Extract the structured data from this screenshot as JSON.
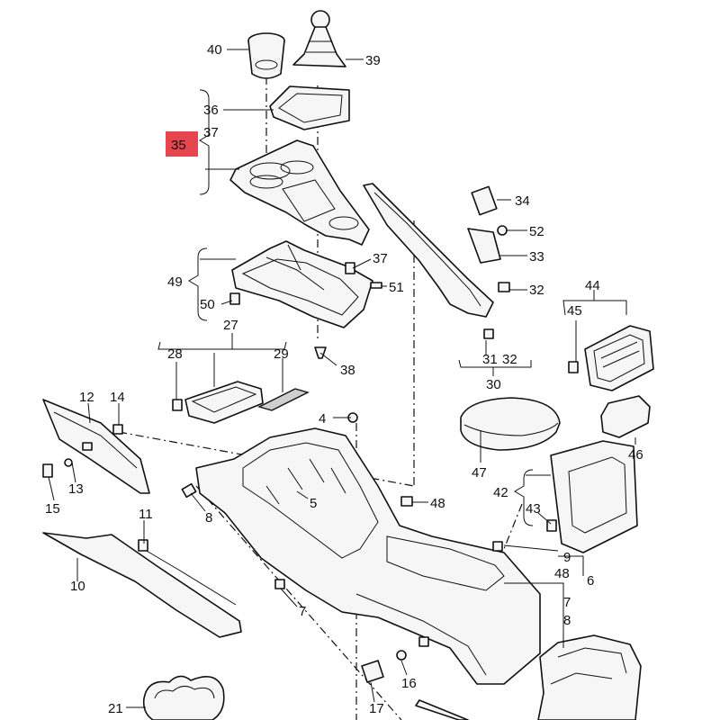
{
  "highlight": {
    "label": "35",
    "color": "#e8464e"
  },
  "labels": {
    "p4": "4",
    "p5": "5",
    "p6": "6",
    "p7a": "7",
    "p7b": "7",
    "p8a": "8",
    "p8b": "8",
    "p9": "9",
    "p10": "10",
    "p11": "11",
    "p12": "12",
    "p13": "13",
    "p14": "14",
    "p15": "15",
    "p16": "16",
    "p17": "17",
    "p21": "21",
    "p27": "27",
    "p28": "28",
    "p29": "29",
    "p30": "30",
    "p31": "31",
    "p32a": "32",
    "p32b": "32",
    "p33": "33",
    "p34": "34",
    "p36": "36",
    "p37a": "37",
    "p37b": "37",
    "p38": "38",
    "p39": "39",
    "p40": "40",
    "p42": "42",
    "p43": "43",
    "p44": "44",
    "p45": "45",
    "p46": "46",
    "p47": "47",
    "p48a": "48",
    "p48b": "48",
    "p49": "49",
    "p50": "50",
    "p51": "51",
    "p52": "52"
  },
  "parts": {
    "gear_knob": "gear-knob-boot",
    "cupholder_insert": "cupholder-insert",
    "trim_frame": "shift-trim-frame",
    "bracket": "console-bracket",
    "storage_tray": "storage-tray",
    "mat": "rubber-mat",
    "side_trim_left": "left-side-trim",
    "lower_trim": "lower-trim-strip",
    "console_base": "console-base",
    "armrest_lid": "armrest-lid",
    "rear_panel": "rear-vent-panel",
    "vent": "air-vent"
  }
}
